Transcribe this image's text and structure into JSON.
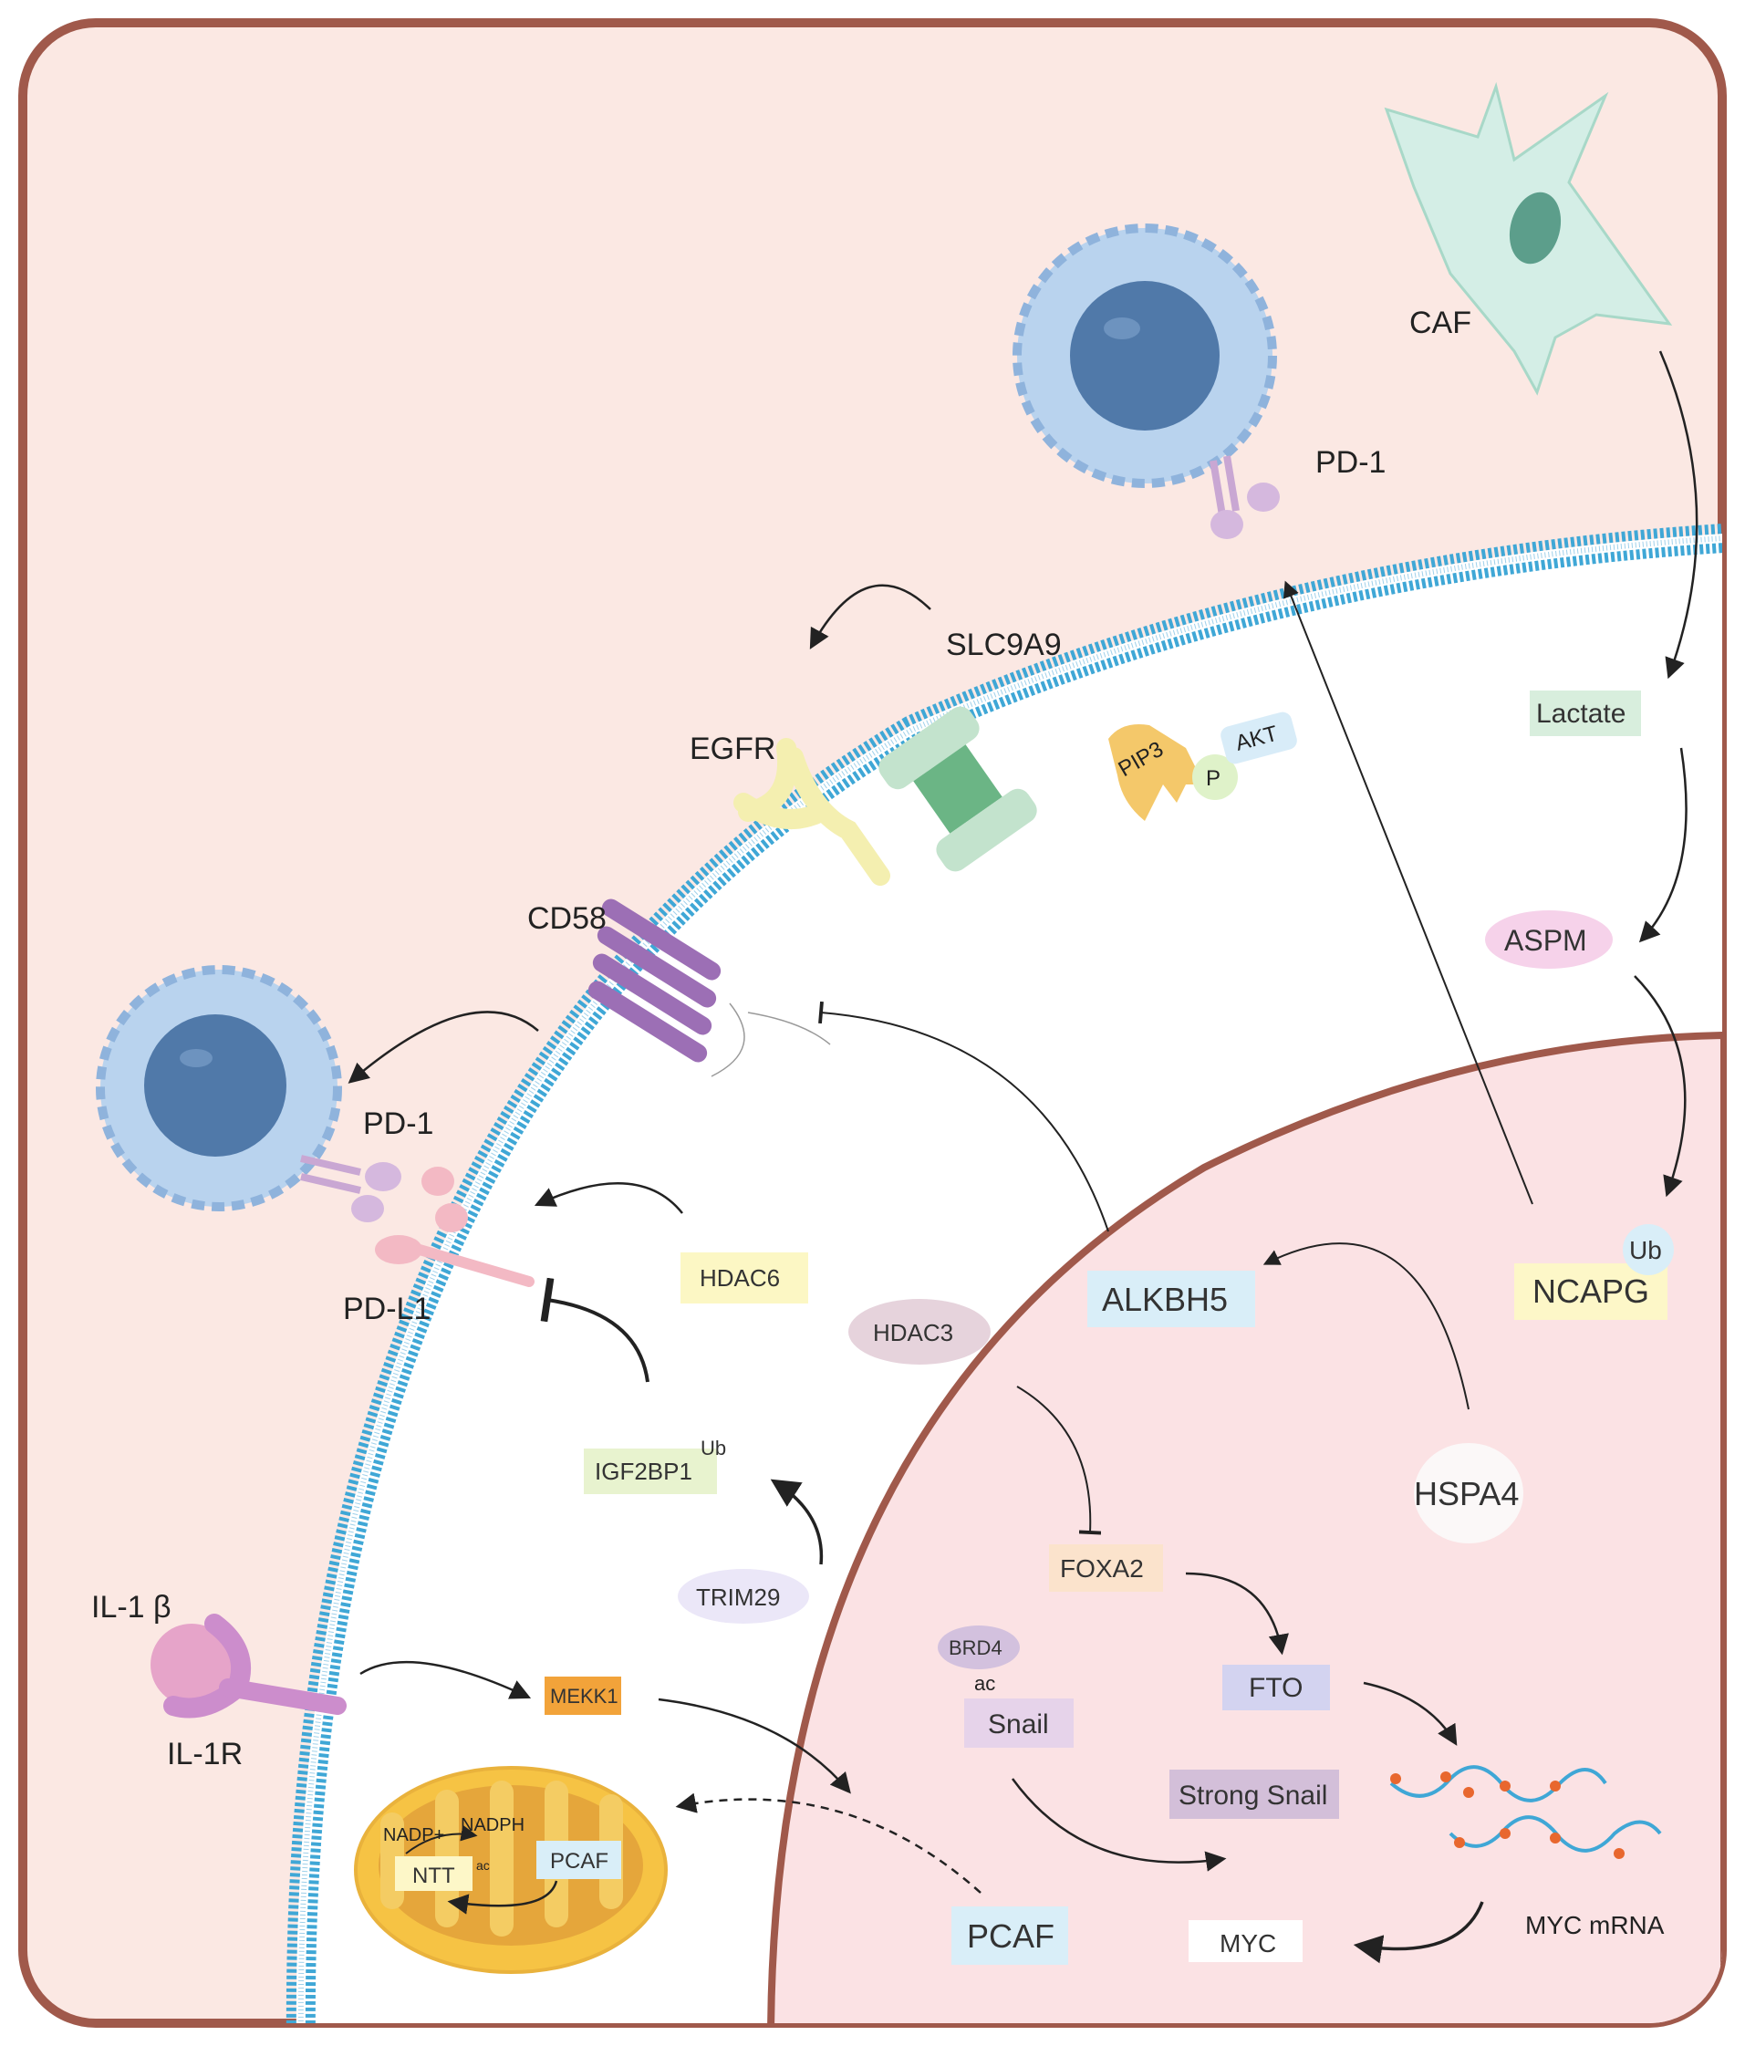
{
  "labels": {
    "caf": "CAF",
    "pd1_top": "PD-1",
    "slc9a9": "SLC9A9",
    "egfr": "EGFR",
    "pip3": "PIP3",
    "p": "P",
    "akt": "AKT",
    "cd58": "CD58",
    "pd1_left": "PD-1",
    "pdl1": "PD-L1",
    "il1b": "IL-1 β",
    "il1r": "IL-1R",
    "lactate": "Lactate",
    "aspm": "ASPM",
    "ncapg": "NCAPG",
    "ub_ncapg": "Ub",
    "alkbh5": "ALKBH5",
    "hspa4": "HSPA4",
    "hdac6": "HDAC6",
    "hdac3": "HDAC3",
    "igf2bp1": "IGF2BP1",
    "ub_igf2bp1": "Ub",
    "trim29": "TRIM29",
    "foxa2": "FOXA2",
    "fto": "FTO",
    "brd4": "BRD4",
    "ac_snail": "ac",
    "snail": "Snail",
    "strong_snail": "Strong Snail",
    "myc_mrna": "MYC  mRNA",
    "myc": "MYC",
    "pcaf_nucleus": "PCAF",
    "mekk1": "MEKK1",
    "nadp": "NADP+",
    "nadph": "NADPH",
    "ntt": "NTT",
    "ac_mito": "ac",
    "pcaf_mito": "PCAF"
  },
  "colors": {
    "outer_border": "#a0594b",
    "extracellular": "#fbe8e3",
    "cytoplasm": "#ffffff",
    "nucleus": "#fbe2e4",
    "nucleus_border": "#a0594b",
    "membrane": "#3fa7d6",
    "tcell": "#b9d3ee",
    "tcell_nucleus": "#5079a9",
    "caf": "#d4eee6",
    "mito_outer": "#f6c344",
    "mito_inner": "#e5a63b"
  }
}
